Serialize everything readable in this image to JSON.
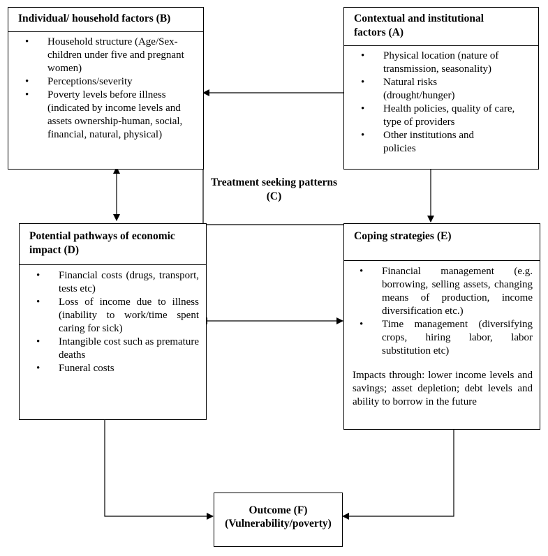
{
  "box_b": {
    "title": "Individual/ household factors (B)",
    "items": [
      "Household structure (Age/Sex-children under five and pregnant women)",
      "Perceptions/severity",
      "Poverty levels before illness (indicated by income levels and assets ownership-human, social, financial, natural, physical)"
    ]
  },
  "box_a": {
    "title": "Contextual and institutional factors (A)",
    "items": [
      "Physical location (nature of transmission, seasonality)",
      "Natural risks (drought/hunger)",
      "Health policies, quality of care, type of providers",
      "Other institutions and policies"
    ]
  },
  "center_label": "Treatment seeking patterns (C)",
  "box_d": {
    "title": "Potential pathways of economic impact (D)",
    "items": [
      "Financial costs (drugs, transport, tests etc)",
      "Loss of income due to illness (inability to work/time spent caring for sick)",
      "Intangible cost such as premature deaths",
      "Funeral costs"
    ]
  },
  "box_e": {
    "title": "Coping strategies (E)",
    "items": [
      "Financial management (e.g. borrowing, selling assets, changing means of production, income diversification etc.)",
      "Time management (diversifying crops, hiring labor, labor substitution etc)"
    ],
    "note": "Impacts through: lower income levels and savings; asset depletion; debt levels and ability to borrow in the future"
  },
  "outcome": {
    "line1": "Outcome (F)",
    "line2": "(Vulnerability/poverty)"
  },
  "bullet_glyph": "•"
}
